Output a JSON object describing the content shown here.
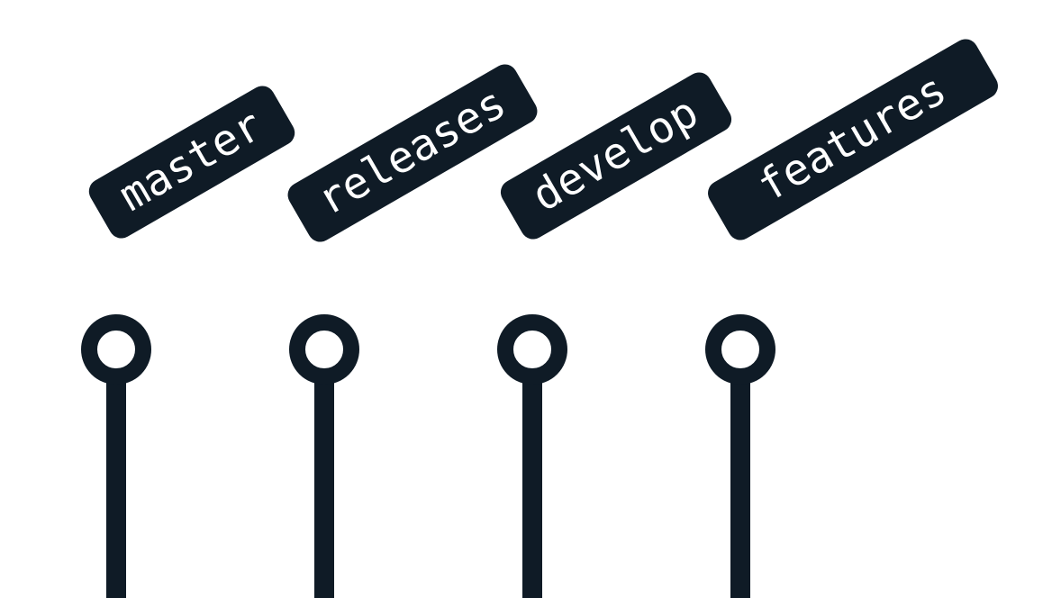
{
  "colors": {
    "ink": "#0f1b26",
    "background": "#ffffff",
    "label_text": "#ffffff",
    "commit_fill": "#ffffff"
  },
  "branches": [
    {
      "name": "master"
    },
    {
      "name": "releases"
    },
    {
      "name": "develop"
    },
    {
      "name": "features"
    }
  ]
}
